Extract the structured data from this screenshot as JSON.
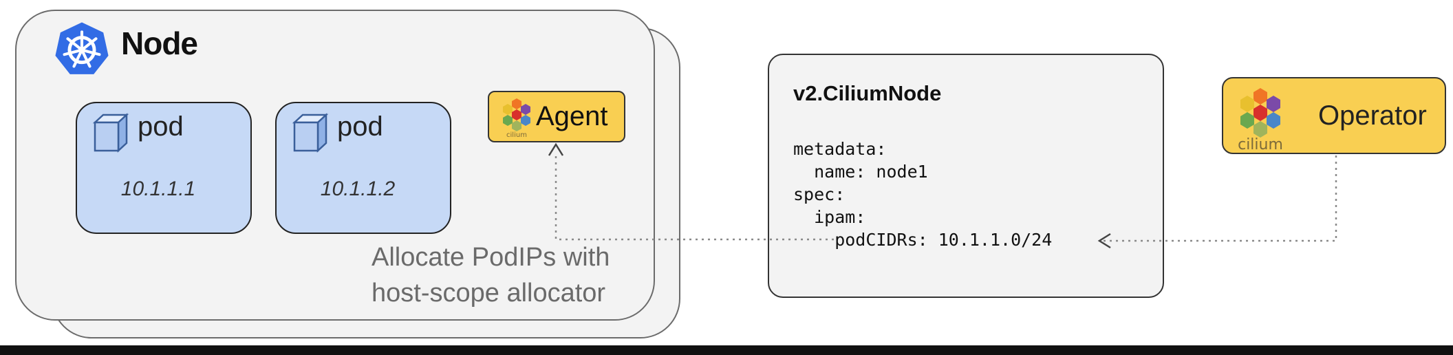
{
  "node": {
    "title": "Node",
    "logo_icon": "kubernetes-icon",
    "pods": [
      {
        "label": "pod",
        "ip": "10.1.1.1"
      },
      {
        "label": "pod",
        "ip": "10.1.1.2"
      }
    ],
    "agent": {
      "label": "Agent",
      "logo_text": "cilium"
    },
    "allocate_text": [
      "Allocate PodIPs with",
      "host-scope allocator"
    ]
  },
  "cilium_node": {
    "title": "v2.CiliumNode",
    "yaml": "metadata:\n  name: node1\nspec:\n  ipam:\n    podCIDRs: 10.1.1.0/24"
  },
  "operator": {
    "label": "Operator",
    "logo_text": "cilium"
  },
  "colors": {
    "node_fill": "#f3f3f3",
    "pod_fill": "#c6d9f6",
    "cilium_yellow": "#f9cf52",
    "k8s_blue": "#326ce5"
  }
}
